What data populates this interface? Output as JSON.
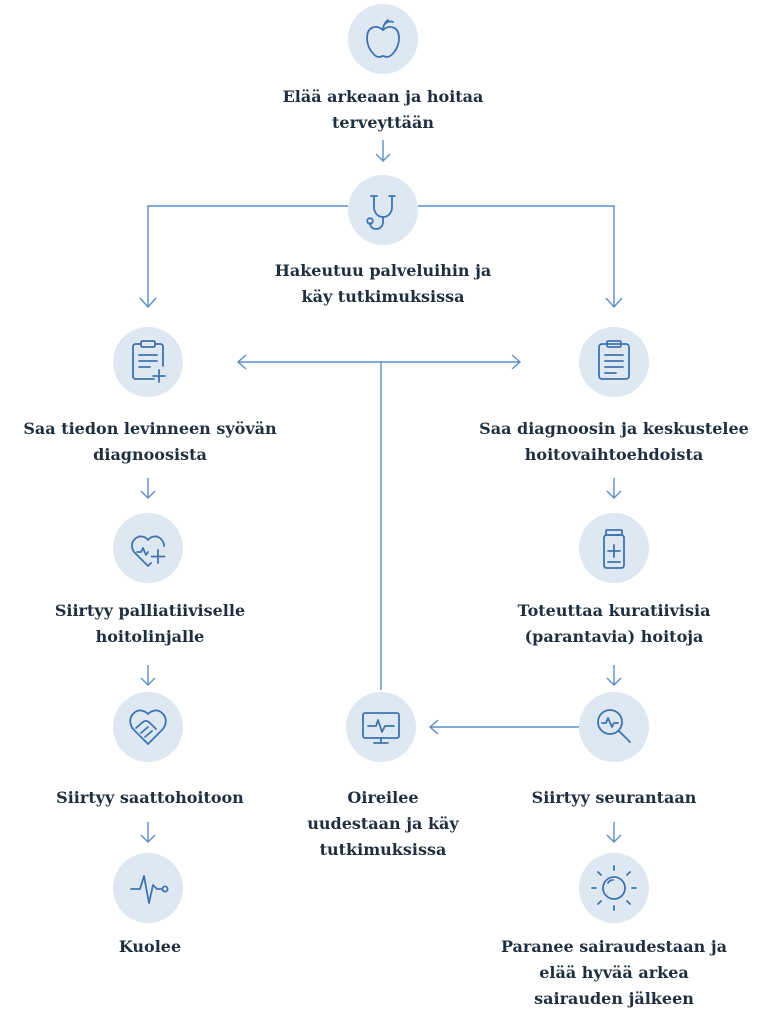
{
  "colors": {
    "circle_fill": "#dde8f3",
    "icon_stroke": "#3f74ae",
    "connector": "#5b8fc4",
    "text": "#1f2f3f"
  },
  "nodes": {
    "apple": {
      "icon": "apple-icon",
      "label": "Elää arkeaan ja hoitaa\nterveyttään"
    },
    "stethoscope": {
      "icon": "stethoscope-icon",
      "label": "Hakeutuu palveluihin ja\nkäy tutkimuksissa"
    },
    "clipboard_plus": {
      "icon": "clipboard-plus-icon",
      "label": "Saa tiedon levinneen syövän\ndiagnoosista"
    },
    "clipboard": {
      "icon": "clipboard-icon",
      "label": "Saa diagnoosin ja keskustelee\nhoitovaihtoehdoista"
    },
    "heart_plus": {
      "icon": "heart-plus-icon",
      "label": "Siirtyy palliatiiviselle\nhoitolinjalle"
    },
    "medicine_bottle": {
      "icon": "medicine-bottle-icon",
      "label": "Toteuttaa kuratiivisia\n(parantavia) hoitoja"
    },
    "hands_heart": {
      "icon": "hands-heart-icon",
      "label": "Siirtyy saattohoitoon"
    },
    "monitor": {
      "icon": "monitor-icon",
      "label": "Oireilee\nuudestaan ja käy\ntutkimuksissa"
    },
    "magnifier": {
      "icon": "magnifier-pulse-icon",
      "label": "Siirtyy seurantaan"
    },
    "pulse": {
      "icon": "pulse-line-icon",
      "label": "Kuolee"
    },
    "sun": {
      "icon": "sun-icon",
      "label": "Paranee sairaudestaan ja\nelää hyvää arkea\nsairauden jälkeen"
    }
  }
}
